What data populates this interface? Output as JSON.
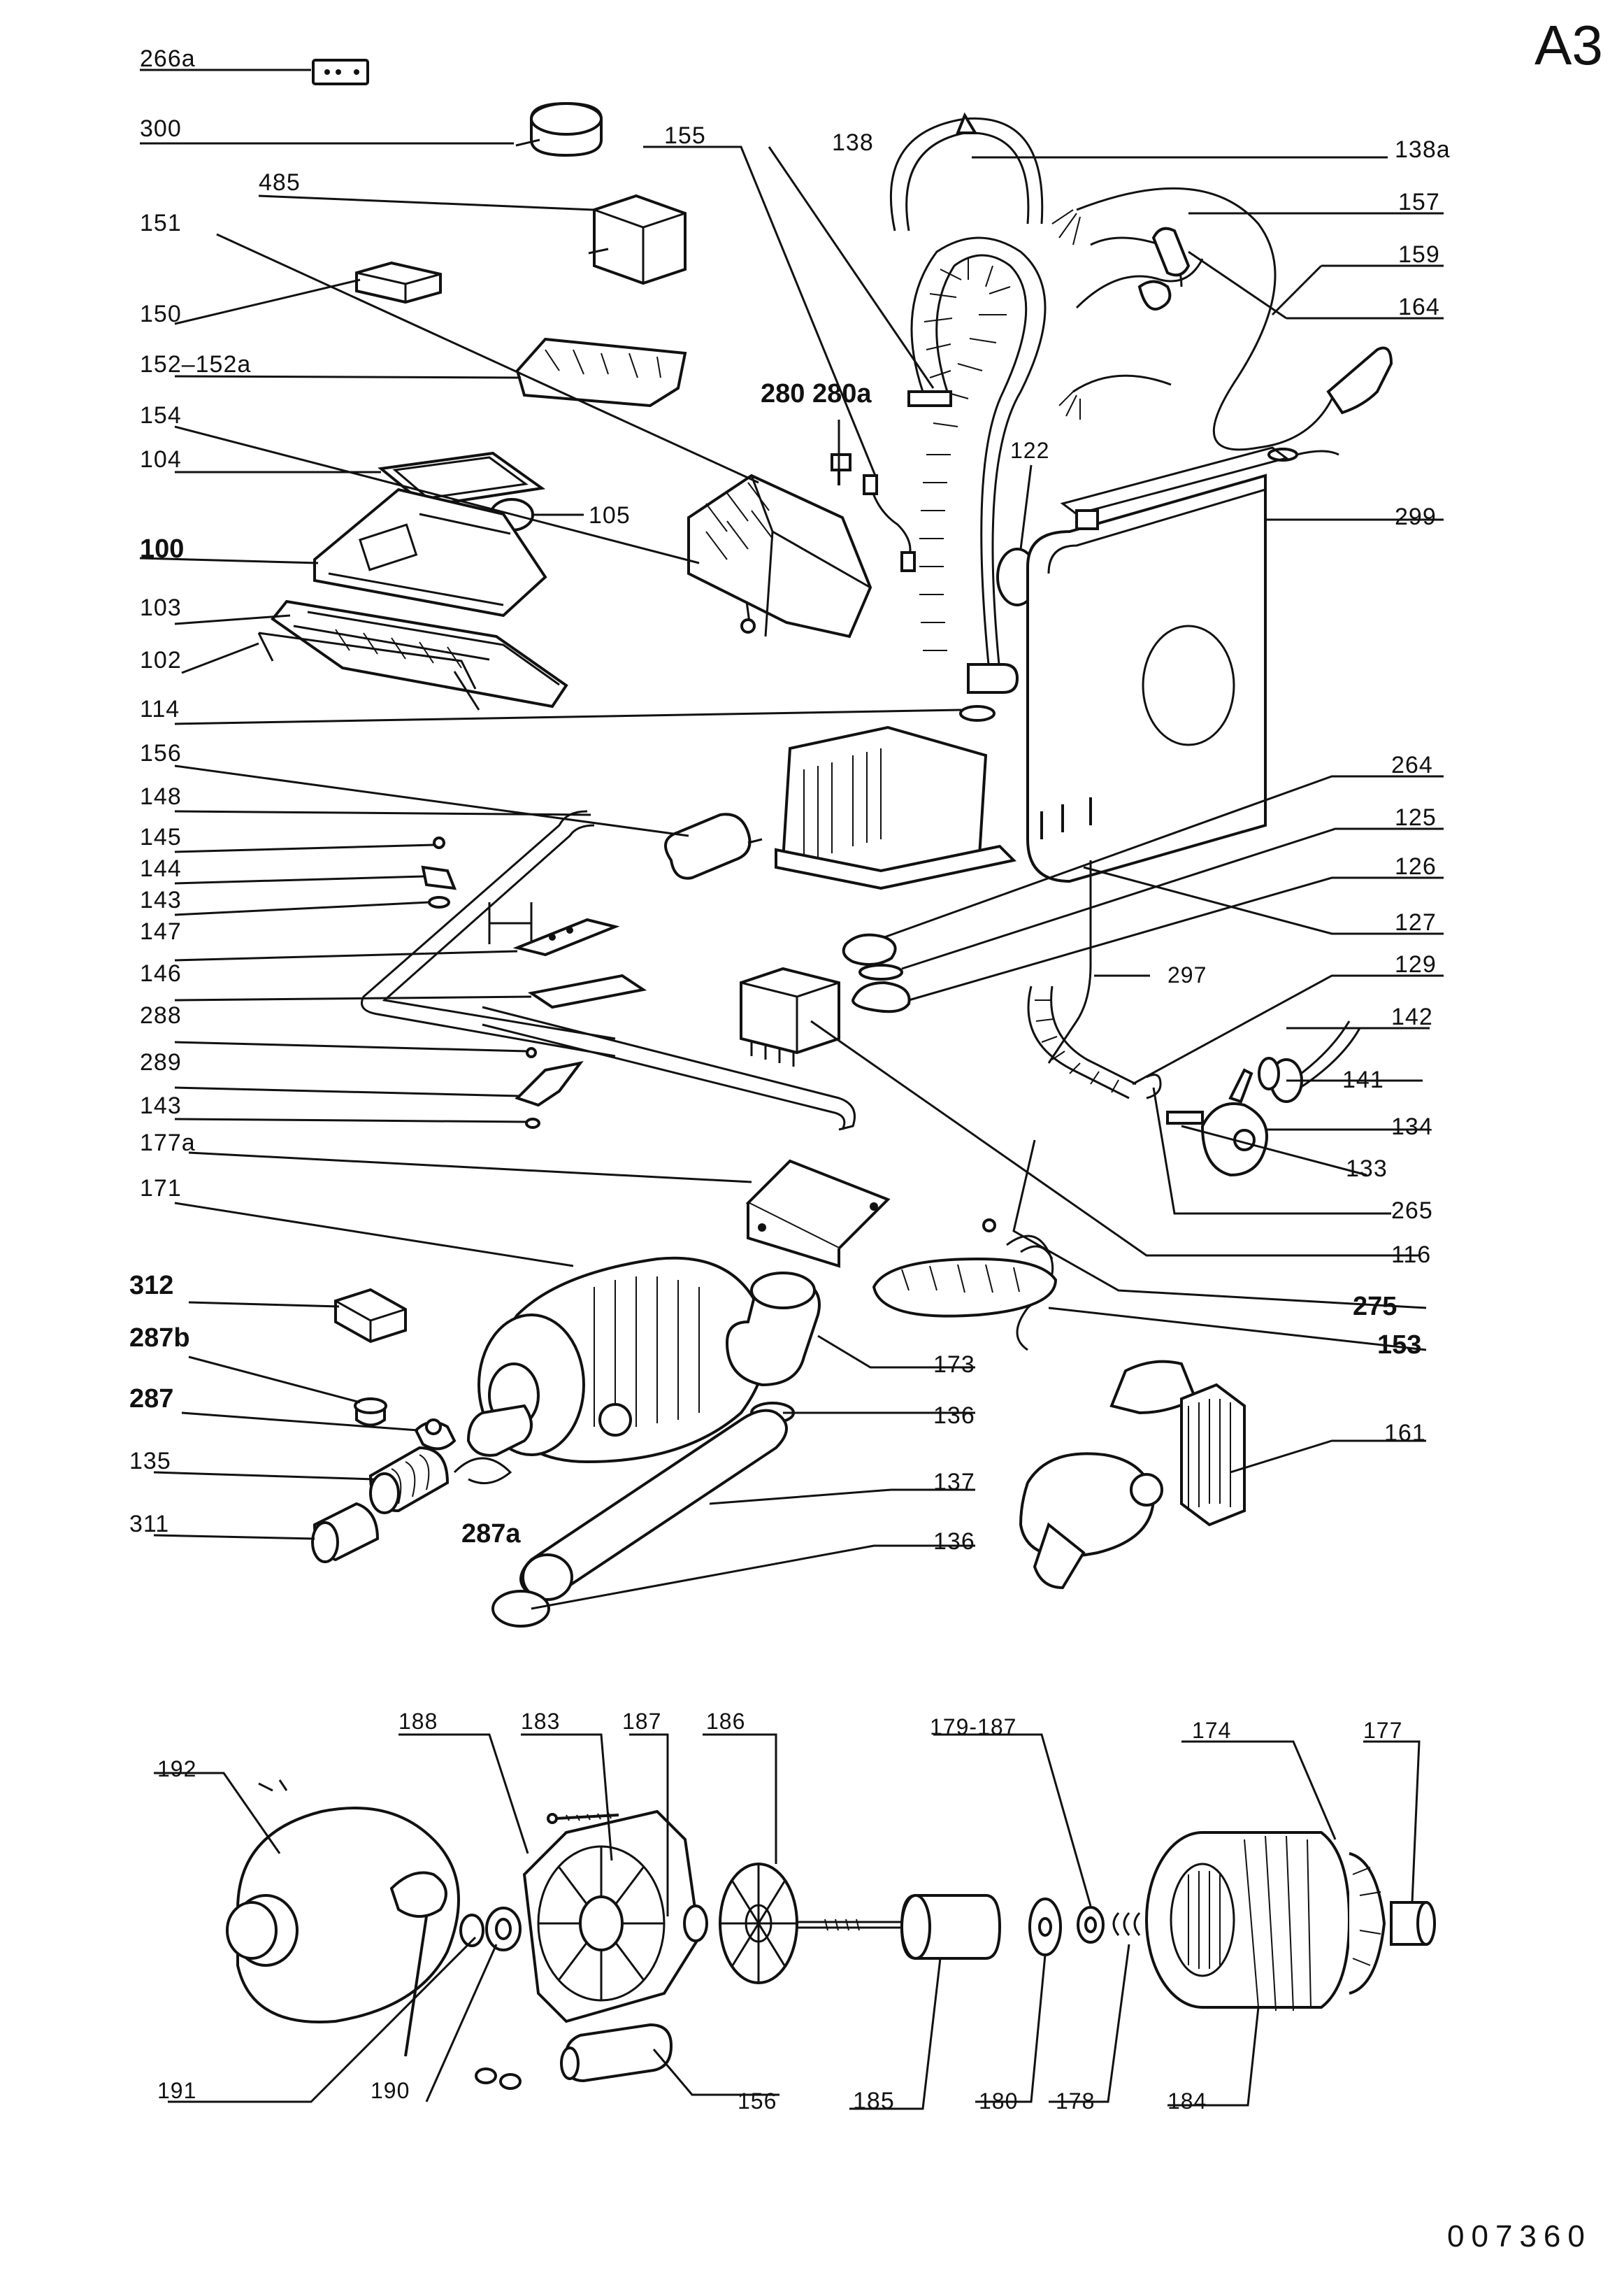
{
  "sheet": {
    "corner_label": "A3",
    "drawing_number": "007360"
  },
  "labels": {
    "l266a": "266a",
    "l300": "300",
    "l485": "485",
    "l151": "151",
    "l150": "150",
    "l152": "152–152a",
    "l154": "154",
    "l104": "104",
    "l105": "105",
    "l100": "100",
    "l103": "103",
    "l102": "102",
    "l114": "114",
    "l156a": "156",
    "l148": "148",
    "l145": "145",
    "l144": "144",
    "l143a": "143",
    "l147": "147",
    "l146": "146",
    "l288": "288",
    "l289": "289",
    "l143b": "143",
    "l177a": "177a",
    "l171": "171",
    "l312": "312",
    "l287b": "287b",
    "l287": "287",
    "l135": "135",
    "l311": "311",
    "l287a": "287a",
    "l155": "155",
    "l138": "138",
    "l138a": "138a",
    "l157": "157",
    "l159": "159",
    "l164": "164",
    "l280": "280 280a",
    "l122": "122",
    "l299": "299",
    "l264": "264",
    "l125": "125",
    "l126": "126",
    "l127": "127",
    "l297": "297",
    "l129": "129",
    "l142": "142",
    "l141": "141",
    "l134": "134",
    "l133": "133",
    "l265": "265",
    "l116": "116",
    "l275": "275",
    "l153": "153",
    "l173": "173",
    "l136a": "136",
    "l137": "137",
    "l136b": "136",
    "l161": "161",
    "l188": "188",
    "l183": "183",
    "l187": "187",
    "l186": "186",
    "l179": "179-187",
    "l174": "174",
    "l177": "177",
    "l192": "192",
    "l191": "191",
    "l190": "190",
    "l156b": "156",
    "l185": "185",
    "l180": "180",
    "l178": "178",
    "l184": "184"
  }
}
